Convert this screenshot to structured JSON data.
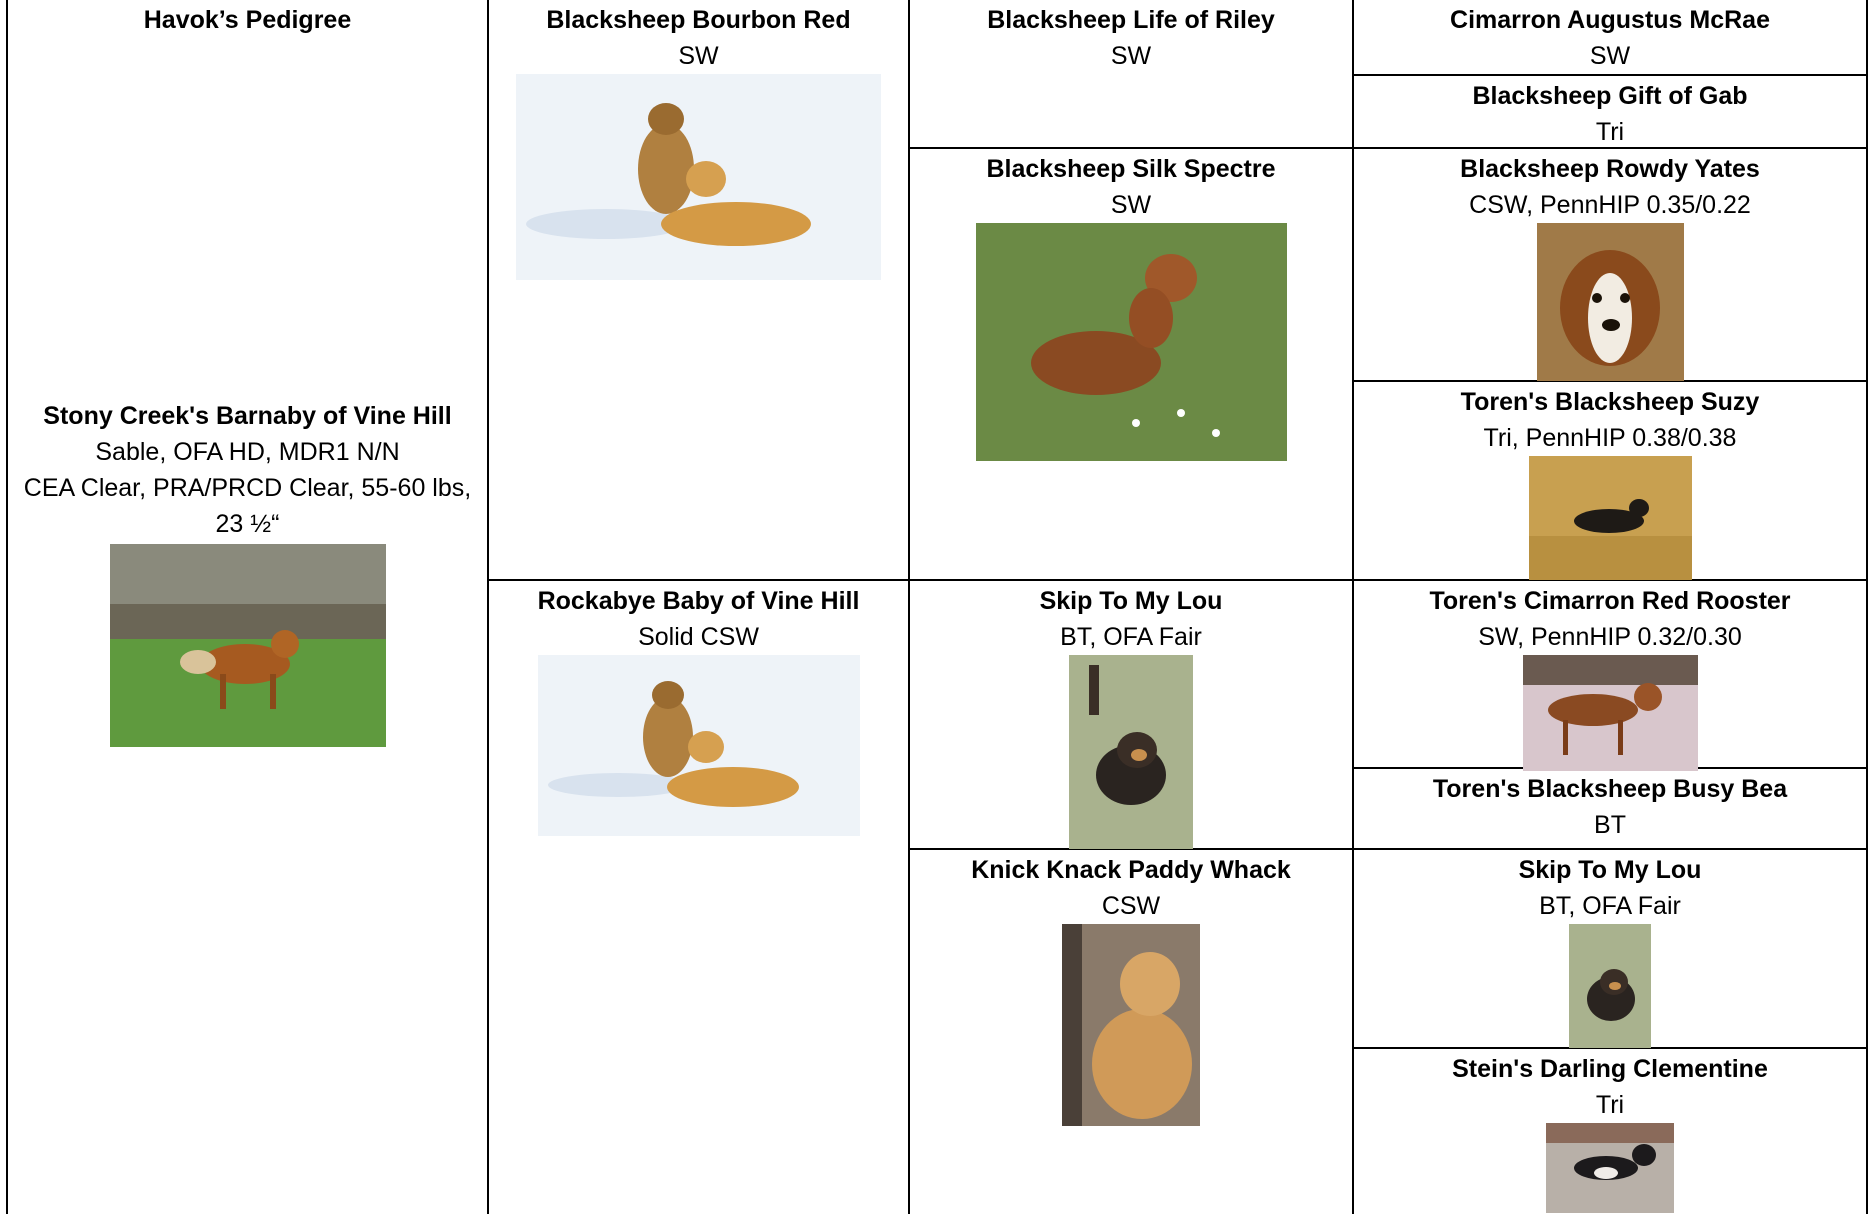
{
  "pedigree": {
    "title": "Havok’s  Pedigree",
    "subject": {
      "name": "Stony Creek's Barnaby of Vine Hill",
      "info_lines": [
        "Sable, OFA HD, MDR1 N/N",
        "CEA Clear, PRA/PRCD Clear, 55-60 lbs,",
        "23 ½“"
      ]
    },
    "sire": {
      "name": "Blacksheep Bourbon Red",
      "info": "SW"
    },
    "dam": {
      "name": "Rockabye Baby of Vine Hill",
      "info": "Solid CSW"
    },
    "sire_sire": {
      "name": "Blacksheep Life of Riley",
      "info": "SW"
    },
    "sire_dam": {
      "name": "Blacksheep Silk Spectre",
      "info": "SW"
    },
    "dam_sire": {
      "name": "Skip To My Lou",
      "info": "BT, OFA Fair"
    },
    "dam_dam": {
      "name": "Knick Knack Paddy Whack",
      "info": "CSW"
    },
    "ggp": [
      {
        "name": "Cimarron Augustus McRae",
        "info": "SW"
      },
      {
        "name": "Blacksheep Gift of Gab",
        "info": "Tri"
      },
      {
        "name": "Blacksheep Rowdy Yates",
        "info": "CSW, PennHIP 0.35/0.22"
      },
      {
        "name": "Toren's Blacksheep Suzy",
        "info": "Tri, PennHIP 0.38/0.38"
      },
      {
        "name": "Toren's Cimarron Red Rooster",
        "info": "SW, PennHIP 0.32/0.30"
      },
      {
        "name": "Toren's Blacksheep Busy Bea",
        "info": "BT"
      },
      {
        "name": "Skip To My Lou",
        "info": "BT, OFA Fair"
      },
      {
        "name": "Stein's Darling Clementine",
        "info": "Tri"
      }
    ]
  }
}
